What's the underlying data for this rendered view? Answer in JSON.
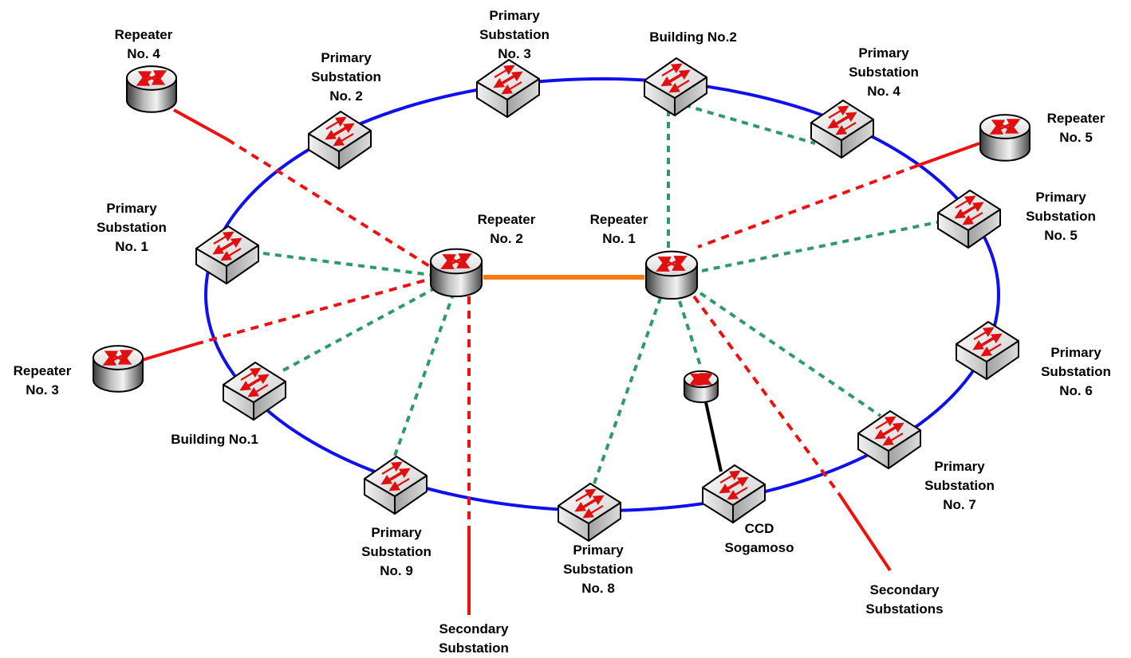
{
  "colors": {
    "ring": "#1010ee",
    "wireless_link": "#ee1111",
    "green_link": "#2e9a6a",
    "backbone": "#f57a10",
    "local_link": "#000000",
    "device_outline": "#000000",
    "arrow": "#e01010"
  },
  "nodes": {
    "repeater_1": {
      "lines": [
        "Repeater",
        "No. 1"
      ],
      "icon": "router-icon"
    },
    "repeater_2": {
      "lines": [
        "Repeater",
        "No. 2"
      ],
      "icon": "router-icon"
    },
    "repeater_3": {
      "lines": [
        "Repeater",
        "No. 3"
      ],
      "icon": "router-icon"
    },
    "repeater_4": {
      "lines": [
        "Repeater",
        "No. 4"
      ],
      "icon": "router-icon"
    },
    "repeater_5": {
      "lines": [
        "Repeater",
        "No. 5"
      ],
      "icon": "router-icon"
    },
    "primary_1": {
      "lines": [
        "Primary",
        "Substation",
        "No. 1"
      ],
      "icon": "switch-icon"
    },
    "primary_2": {
      "lines": [
        "Primary",
        "Substation",
        "No. 2"
      ],
      "icon": "switch-icon"
    },
    "primary_3": {
      "lines": [
        "Primary",
        "Substation",
        "No. 3"
      ],
      "icon": "switch-icon"
    },
    "primary_4": {
      "lines": [
        "Primary",
        "Substation",
        "No. 4"
      ],
      "icon": "switch-icon"
    },
    "primary_5": {
      "lines": [
        "Primary",
        "Substation",
        "No. 5"
      ],
      "icon": "switch-icon"
    },
    "primary_6": {
      "lines": [
        "Primary",
        "Substation",
        "No. 6"
      ],
      "icon": "switch-icon"
    },
    "primary_7": {
      "lines": [
        "Primary",
        "Substation",
        "No. 7"
      ],
      "icon": "switch-icon"
    },
    "primary_8": {
      "lines": [
        "Primary",
        "Substation",
        "No. 8"
      ],
      "icon": "switch-icon"
    },
    "primary_9": {
      "lines": [
        "Primary",
        "Substation",
        "No. 9"
      ],
      "icon": "switch-icon"
    },
    "building_1": {
      "lines": [
        "Building No.1"
      ],
      "icon": "switch-icon"
    },
    "building_2": {
      "lines": [
        "Building No.2"
      ],
      "icon": "switch-icon"
    },
    "ccd": {
      "lines": [
        "CCD",
        "Sogamoso"
      ],
      "icon": "switch-icon"
    },
    "ccd_router": {
      "lines": [],
      "icon": "router-icon"
    },
    "secondary_substation": {
      "lines": [
        "Secondary",
        "Substation"
      ],
      "icon": ""
    },
    "secondary_substations": {
      "lines": [
        "Secondary",
        "Substations"
      ],
      "icon": ""
    }
  }
}
